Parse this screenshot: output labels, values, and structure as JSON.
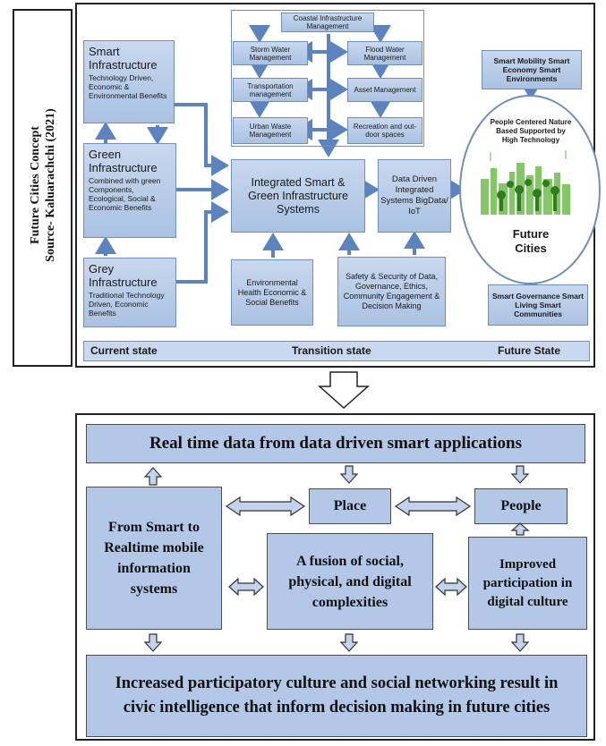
{
  "top": {
    "side_title_line1": "Future Cities Concept",
    "side_title_line2": "Source- Kaluarachchi (2021)",
    "smart_infra": {
      "title": "Smart Infrastructure",
      "desc": "Technology Driven, Economic & Environmental Benefits"
    },
    "green_infra": {
      "title": "Green Infrastructure",
      "desc": "Combined with green Components, Ecological, Social & Economic Benefits"
    },
    "grey_infra": {
      "title": "Grey Infrastructure",
      "desc": "Traditional Technology Driven, Economic Benefits"
    },
    "coastal": "Coastal Infrastructure Management",
    "storm": "Storm Water Management",
    "flood": "Flood Water Management",
    "transport": "Transportation management",
    "asset": "Asset Management",
    "urban_waste": "Urban Waste Management",
    "recreation": "Recreation and out-door spaces",
    "integrated": "Integrated Smart & Green Infrastructure Systems",
    "data_driven": "Data Driven Integrated Systems BigData/ IoT",
    "environmental": "Environmental Health Economic & Social Benefits",
    "safety": "Safety & Security of Data, Governance, Ethics, Community Engagement & Decision Making",
    "mobility": "Smart Mobility Smart Economy Smart Environments",
    "people_centered": "People Centered Nature Based Supported by High Technology",
    "future_cities": "Future Cities",
    "governance": "Smart Governance Smart Living Smart Communities",
    "current_state": "Current state",
    "transition_state": "Transition state",
    "future_state": "Future State"
  },
  "bottom": {
    "real_time": "Real time data from data driven smart applications",
    "from_smart": "From Smart to Realtime mobile information systems",
    "place": "Place",
    "people": "People",
    "fusion": "A fusion of social, physical, and digital complexities",
    "improved": "Improved participation in digital culture",
    "increased": "Increased participatory culture and social networking result in civic intelligence that inform decision making in future cities"
  },
  "colors": {
    "box_fill": "#b3c7e6",
    "arrow": "#5b84bf",
    "border": "#222222"
  }
}
